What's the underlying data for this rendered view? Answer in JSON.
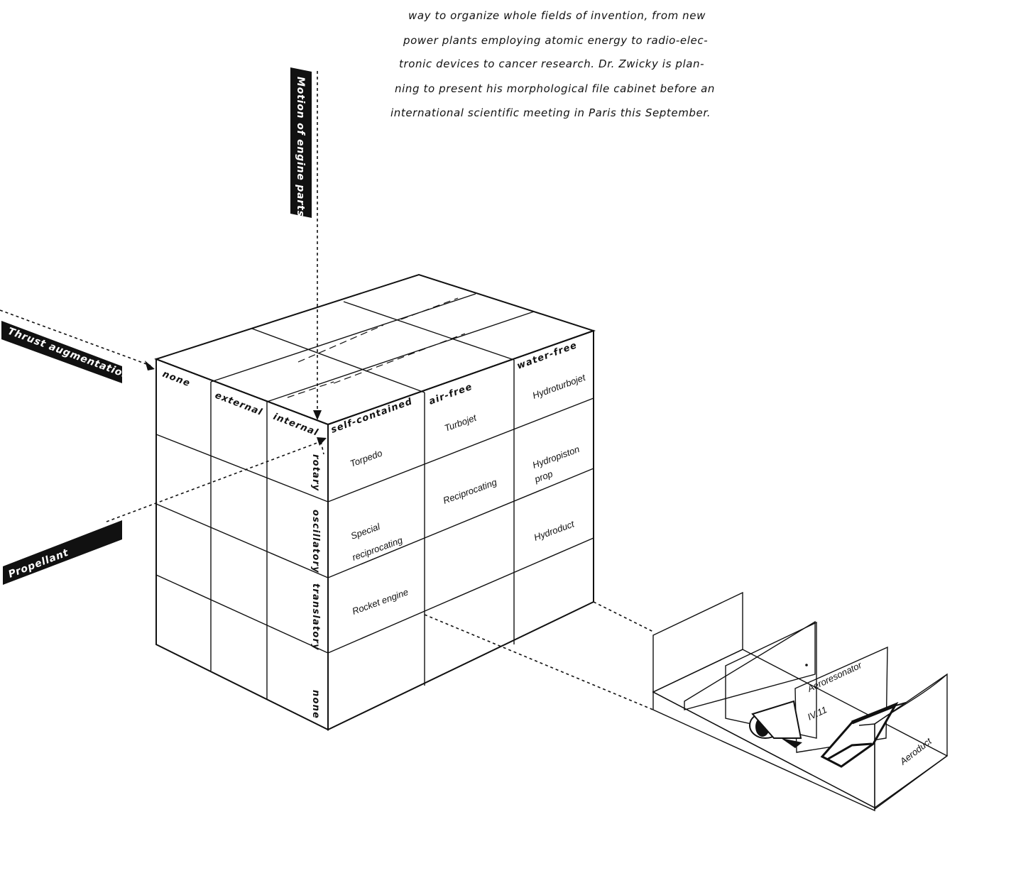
{
  "paragraph": [
    "way to organize whole fields of invention, from new",
    "power plants employing atomic energy to radio-elec-",
    "tronic devices to cancer research. Dr. Zwicky is plan-",
    "ning to present his morphological file cabinet before an",
    "international scientific meeting in Paris this September."
  ],
  "tags": {
    "motion": "Motion of engine parts",
    "thrust": "Thrust augmentation",
    "propellant": "Propellant"
  },
  "cube": {
    "thrust_headers": [
      "none",
      "external",
      "internal"
    ],
    "propellant_headers": [
      "self-contained",
      "air-free",
      "water-free"
    ],
    "motion_headers": [
      "rotary",
      "oscillatory",
      "translatory",
      "none"
    ],
    "cells": {
      "torpedo": "Torpedo",
      "turbojet": "Turbojet",
      "hydroturbojet": "Hydroturbojet",
      "reciprocating": "Reciprocating",
      "hydropiston_1": "Hydropiston",
      "hydropiston_2": "prop",
      "special_1": "Special",
      "special_2": "reciprocating",
      "hydroduct": "Hydroduct",
      "rocket": "Rocket engine"
    }
  },
  "drawer": {
    "card_1": "Aeroresonator",
    "card_2": "IV.11",
    "side_label": "Aeroduct"
  }
}
